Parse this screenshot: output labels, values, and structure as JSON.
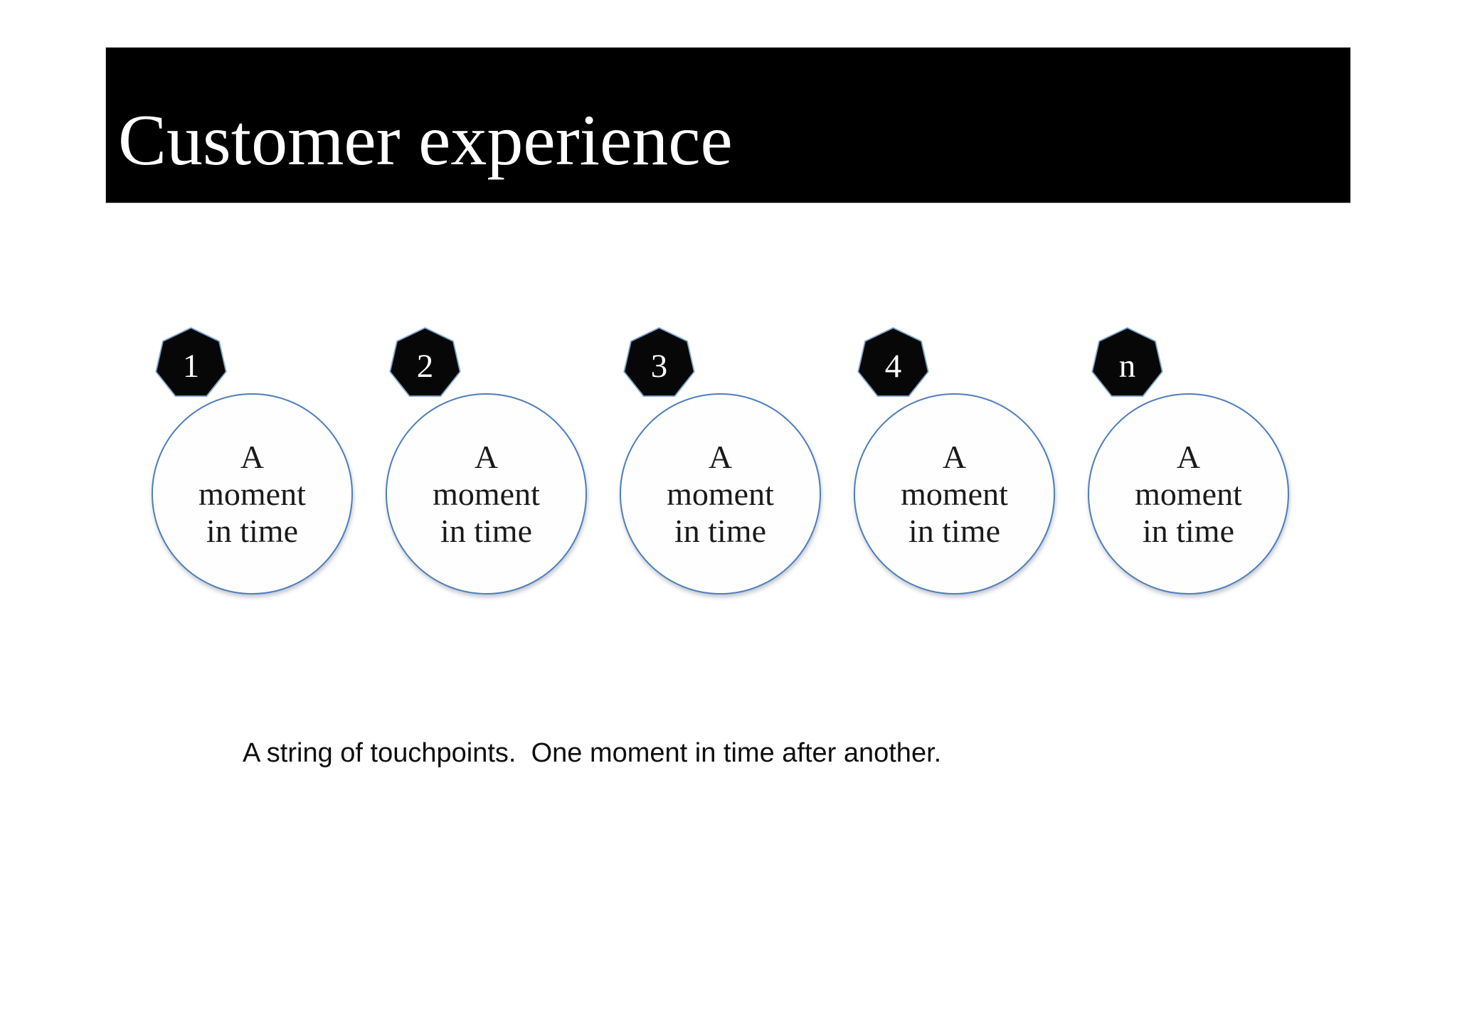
{
  "slide": {
    "title": "Customer experience",
    "caption": "A string of touchpoints.  One moment in time after another.",
    "touchpoints": [
      {
        "badge": "1",
        "label": "A\nmoment\nin time"
      },
      {
        "badge": "2",
        "label": "A\nmoment\nin time"
      },
      {
        "badge": "3",
        "label": "A\nmoment\nin time"
      },
      {
        "badge": "4",
        "label": "A\nmoment\nin time"
      },
      {
        "badge": "n",
        "label": "A\nmoment\nin time"
      }
    ]
  },
  "theme": {
    "banner-bg": "#000000",
    "banner-text": "#ffffff",
    "circle-border": "#4d7ebc",
    "circle-fill": "#fefeff",
    "badge-rim": "#7ea6cf",
    "badge-fill": "#070707",
    "badge-text": "#ffffff",
    "body-text": "#1a1a1a"
  }
}
